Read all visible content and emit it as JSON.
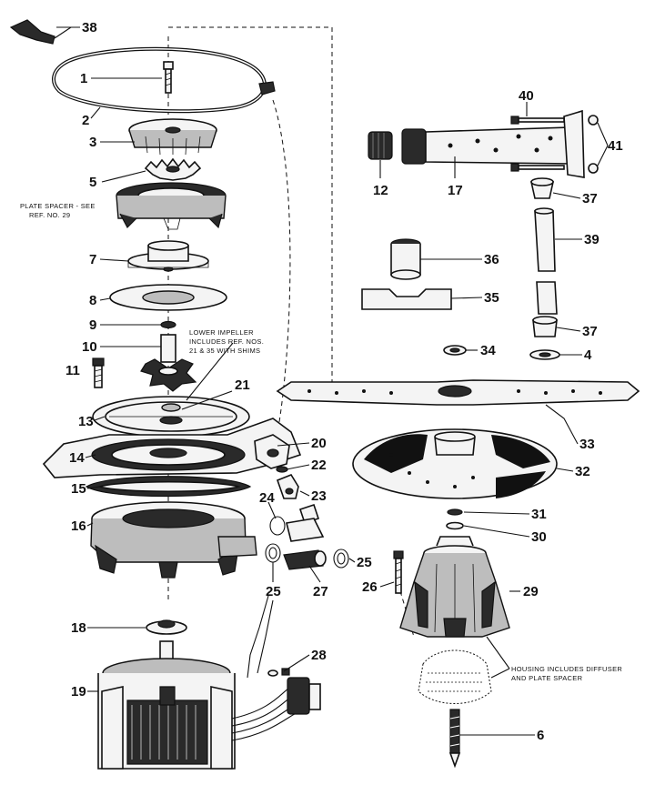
{
  "parts": [
    {
      "id": "p38",
      "label": "38"
    },
    {
      "id": "p1",
      "label": "1"
    },
    {
      "id": "p2",
      "label": "2"
    },
    {
      "id": "p3",
      "label": "3"
    },
    {
      "id": "p5",
      "label": "5"
    },
    {
      "id": "p7",
      "label": "7"
    },
    {
      "id": "p8",
      "label": "8"
    },
    {
      "id": "p9",
      "label": "9"
    },
    {
      "id": "p10",
      "label": "10"
    },
    {
      "id": "p11",
      "label": "11"
    },
    {
      "id": "p13",
      "label": "13"
    },
    {
      "id": "p14",
      "label": "14"
    },
    {
      "id": "p15",
      "label": "15"
    },
    {
      "id": "p16",
      "label": "16"
    },
    {
      "id": "p18",
      "label": "18"
    },
    {
      "id": "p19",
      "label": "19"
    },
    {
      "id": "p20",
      "label": "20"
    },
    {
      "id": "p21",
      "label": "21"
    },
    {
      "id": "p22",
      "label": "22"
    },
    {
      "id": "p23",
      "label": "23"
    },
    {
      "id": "p24",
      "label": "24"
    },
    {
      "id": "p25a",
      "label": "25"
    },
    {
      "id": "p25b",
      "label": "25"
    },
    {
      "id": "p26",
      "label": "26"
    },
    {
      "id": "p27",
      "label": "27"
    },
    {
      "id": "p28",
      "label": "28"
    },
    {
      "id": "p29",
      "label": "29"
    },
    {
      "id": "p30",
      "label": "30"
    },
    {
      "id": "p31",
      "label": "31"
    },
    {
      "id": "p32",
      "label": "32"
    },
    {
      "id": "p33",
      "label": "33"
    },
    {
      "id": "p34",
      "label": "34"
    },
    {
      "id": "p35",
      "label": "35"
    },
    {
      "id": "p36",
      "label": "36"
    },
    {
      "id": "p37a",
      "label": "37"
    },
    {
      "id": "p37b",
      "label": "37"
    },
    {
      "id": "p39",
      "label": "39"
    },
    {
      "id": "p4",
      "label": "4"
    },
    {
      "id": "p40",
      "label": "40"
    },
    {
      "id": "p41",
      "label": "41"
    },
    {
      "id": "p12",
      "label": "12"
    },
    {
      "id": "p17",
      "label": "17"
    },
    {
      "id": "p6",
      "label": "6"
    }
  ],
  "notes": {
    "plate_spacer_1": "PLATE SPACER - SEE",
    "plate_spacer_2": "REF. NO. 29",
    "lower_impeller_1": "LOWER IMPELLER",
    "lower_impeller_2": "INCLUDES REF. NOS.",
    "lower_impeller_3": "21 & 35 WITH SHIMS",
    "housing_1": "HOUSING INCLUDES DIFFUSER",
    "housing_2": "AND PLATE SPACER"
  }
}
